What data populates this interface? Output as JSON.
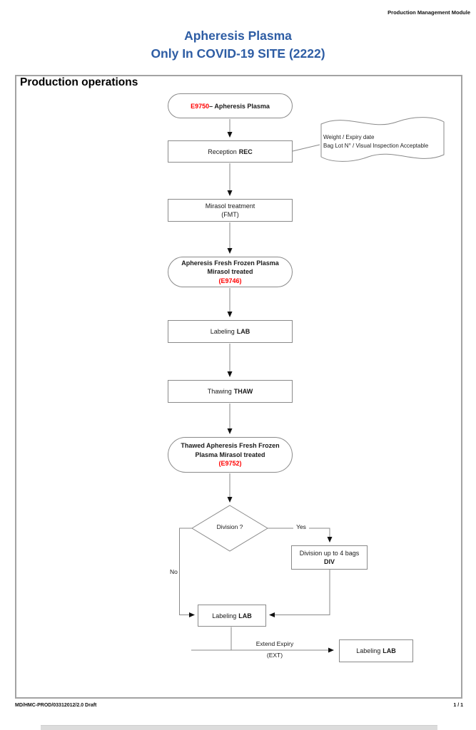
{
  "header": {
    "module_label": "Production Management Module",
    "title_line1": "Apheresis Plasma",
    "title_line2": "Only In COVID-19 SITE (2222)"
  },
  "frame": {
    "title": "Production operations"
  },
  "flow": {
    "start": {
      "code": "E9750",
      "label": "– Apheresis Plasma"
    },
    "reception": {
      "label": "Reception",
      "code": "REC"
    },
    "note": {
      "line1": "Weight / Expiry date",
      "line2": "Bag Lot N° / Visual Inspection Acceptable"
    },
    "mirasol": {
      "line1": "Mirasol treatment",
      "line2": "(FMT)"
    },
    "ffp": {
      "line1": "Apheresis Fresh Frozen Plasma",
      "line2": "Mirasol treated",
      "code": "(E9746)"
    },
    "labeling1": {
      "label": "Labeling",
      "code": "LAB"
    },
    "thawing": {
      "label": "Thawing",
      "code": "THAW"
    },
    "thawed": {
      "line1": "Thawed Apheresis Fresh Frozen",
      "line2": "Plasma Mirasol treated",
      "code": "(E9752)"
    },
    "decision": {
      "label": "Division ?",
      "yes": "Yes",
      "no": "No"
    },
    "division": {
      "line1": "Division up to 4 bags",
      "code": "DIV"
    },
    "labeling2": {
      "label": "Labeling",
      "code": "LAB"
    },
    "extend": {
      "line1": "Extend Expiry",
      "line2": "(EXT)"
    },
    "labeling3": {
      "label": "Labeling",
      "code": "LAB"
    }
  },
  "footer": {
    "doc_ref": "MD/HMC-PROD/03312012/2.0 Draft",
    "page_indicator": "1 / 1"
  },
  "colors": {
    "title_blue": "#2E5DA4",
    "code_red": "#FF0000",
    "wire_gray": "#8a8a8a"
  }
}
